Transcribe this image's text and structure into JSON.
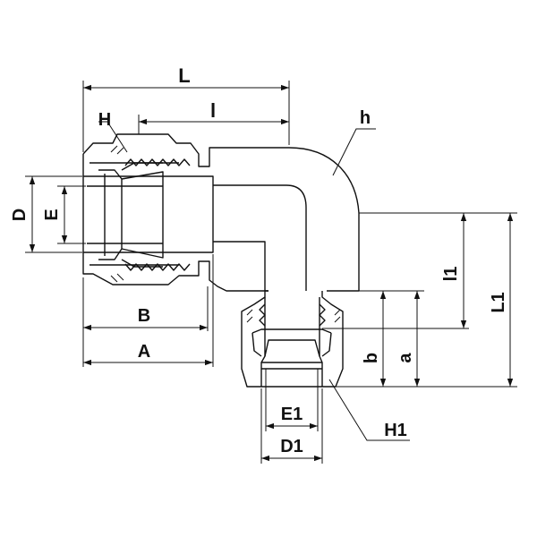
{
  "labels": {
    "L": "L",
    "l": "l",
    "H": "H",
    "h": "h",
    "D": "D",
    "E": "E",
    "B": "B",
    "A": "A",
    "l1": "l1",
    "L1": "L1",
    "b": "b",
    "a": "a",
    "E1": "E1",
    "D1": "D1",
    "H1": "H1"
  }
}
